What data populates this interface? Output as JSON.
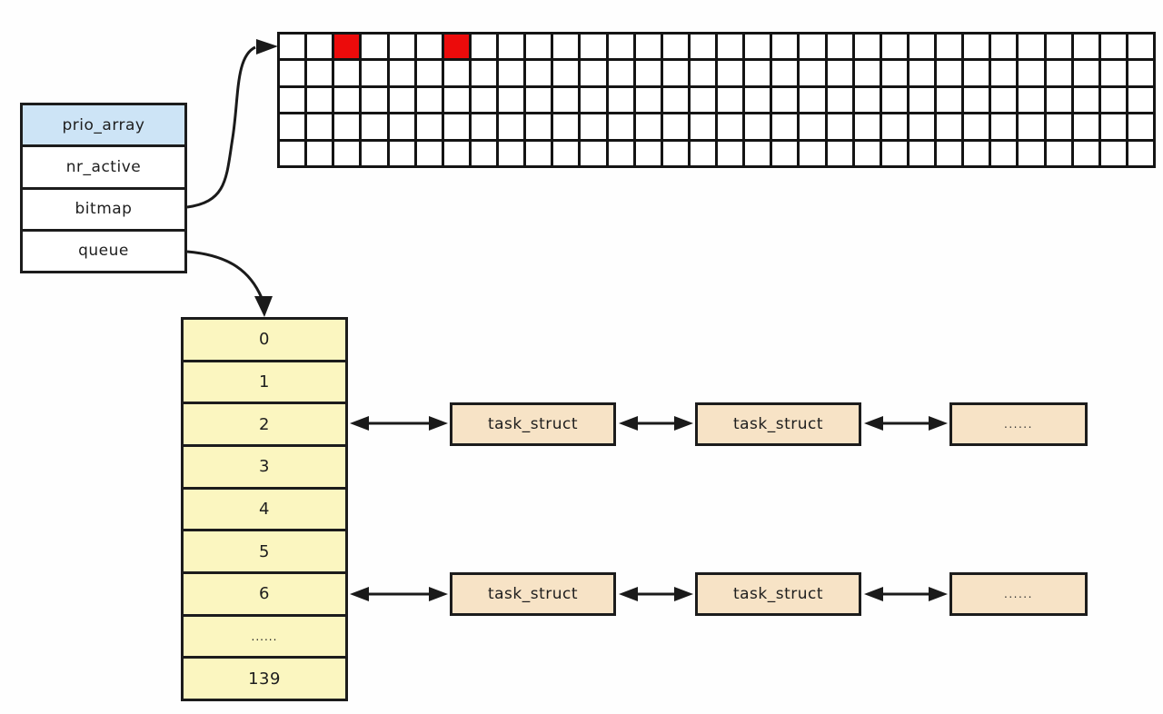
{
  "diagram": {
    "struct": {
      "title": "prio_array",
      "fields": [
        "nr_active",
        "bitmap",
        "queue"
      ]
    },
    "bitmap": {
      "rows": 5,
      "cols": 32,
      "set_cells": [
        [
          0,
          2
        ],
        [
          0,
          6
        ]
      ]
    },
    "queue": {
      "labels": [
        "0",
        "1",
        "2",
        "3",
        "4",
        "5",
        "6",
        "......",
        "139"
      ]
    },
    "task_lists": [
      {
        "from_queue_label": "2",
        "boxes": [
          "task_struct",
          "task_struct",
          "......"
        ]
      },
      {
        "from_queue_label": "6",
        "boxes": [
          "task_struct",
          "task_struct",
          "......"
        ]
      }
    ],
    "colors": {
      "header_blue": "#cde4f6",
      "queue_yellow": "#fbf6c0",
      "task_peach": "#f7e3c6",
      "bit_red": "#ec0b0b",
      "line_dark": "#1c1c1c"
    }
  }
}
